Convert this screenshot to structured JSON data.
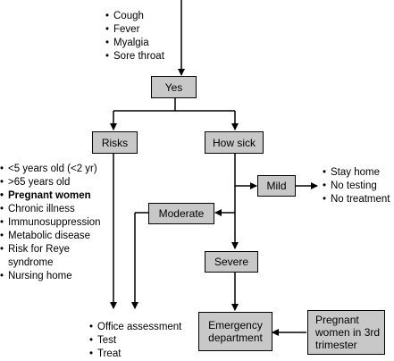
{
  "symptoms": [
    "Cough",
    "Fever",
    "Myalgia",
    "Sore throat"
  ],
  "nodes": {
    "yes": "Yes",
    "risks": "Risks",
    "how_sick": "How sick",
    "mild": "Mild",
    "moderate": "Moderate",
    "severe": "Severe",
    "emergency_line1": "Emergency",
    "emergency_line2": "department",
    "pregnant_line1": "Pregnant",
    "pregnant_line2": "women in 3rd",
    "pregnant_line3": "trimester"
  },
  "risk_factors": {
    "item1": "<5 years old (<2 yr)",
    "item2": ">65 years old",
    "item3": "Pregnant women",
    "item4": "Chronic illness",
    "item5": "Immunosuppression",
    "item6": "Metabolic disease",
    "item7_line1": "Risk for Reye",
    "item7_line2": "syndrome",
    "item8": "Nursing home"
  },
  "mild_actions": [
    "Stay home",
    "No testing",
    "No treatment"
  ],
  "outpatient_actions": [
    "Office assessment",
    "Test",
    "Treat"
  ]
}
